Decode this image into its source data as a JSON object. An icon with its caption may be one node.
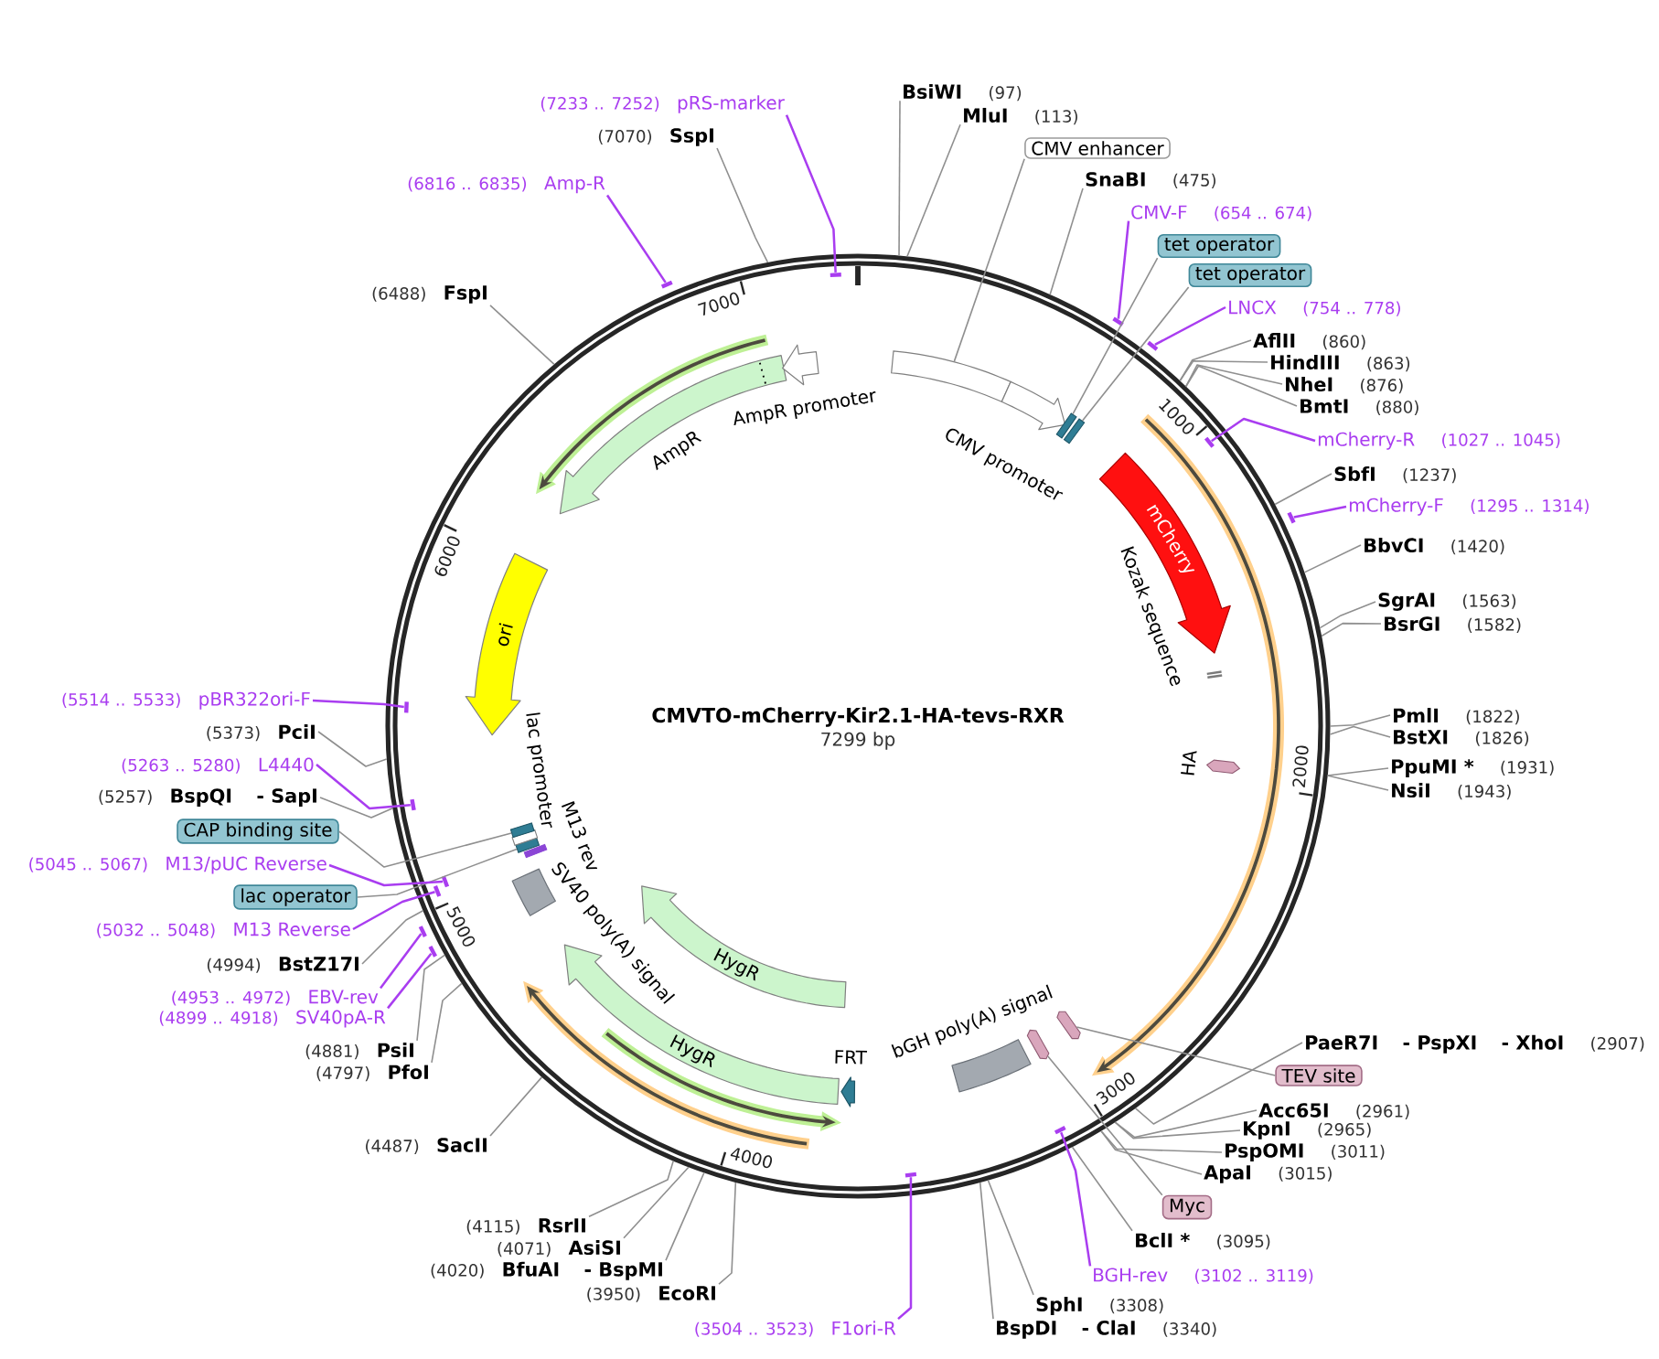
{
  "diagram": {
    "title": "CMVTO-mCherry-Kir2.1-HA-tevs-RXR",
    "nodes": [
      {
        "text": [],
        "shape": "circle"
      },
      {
        "text": [],
        "shape": "box",
        "in": 0
      },
      {
        "text": [
          "CMV promoter"
        ],
        "in": 0
      },
      {
        "text": [],
        "shape": "box",
        "in": 0
      },
      {
        "text": [],
        "shape": "box",
        "in": 0
      },
      {
        "text": [
          "mCherry"
        ],
        "in": 0
      },
      {
        "text": [
          "Kozak sequence"
        ],
        "in": 0
      },
      {
        "text": [
          "HA"
        ],
        "in": 0
      },
      {
        "text": [],
        "shape": "arrow",
        "in": 0
      },
      {
        "text": [],
        "shape": "arrow",
        "in": 0
      },
      {
        "text": [
          "bGH poly(A) signal"
        ],
        "in": 0
      },
      {
        "text": [
          "FRT"
        ],
        "in": 0
      },
      {
        "text": [
          "HygR"
        ],
        "in": 0
      },
      {
        "text": [
          "HygR"
        ],
        "in": 0
      },
      {
        "text": [
          "SV40 poly(A) signal"
        ],
        "in": 0
      },
      {
        "text": [
          "M13 rev"
        ],
        "in": 0
      },
      {
        "text": [],
        "shape": "box",
        "in": 0
      },
      {
        "text": [
          "lac promoter"
        ],
        "in": 0
      },
      {
        "text": [],
        "shape": "box",
        "in": 0
      },
      {
        "text": [
          "ori"
        ],
        "in": 0
      },
      {
        "text": [
          "AmpR"
        ],
        "in": 0
      },
      {
        "text": [
          "AmpR promoter"
        ],
        "in": 0
      },
      {
        "text": [],
        "shape": "bar",
        "in": 0
      },
      {
        "text": [],
        "shape": "bar",
        "in": 0
      },
      {
        "text": [],
        "shape": "bar",
        "in": 0
      },
      {
        "text": [],
        "shape": "bar",
        "in": 0
      },
      {
        "text": [],
        "shape": "bar",
        "in": 0
      },
      {
        "text": [],
        "shape": "bar",
        "in": 0
      },
      {
        "text": [],
        "shape": "bar",
        "in": 0
      },
      {
        "text": [],
        "shape": "bar",
        "in": 0
      },
      {
        "text": [],
        "shape": "bar",
        "in": 0
      },
      {
        "text": [],
        "shape": "bar",
        "in": 0
      },
      {
        "text": [],
        "shape": "bar",
        "in": 0
      },
      {
        "text": [],
        "shape": "bar",
        "in": 0
      },
      {
        "text": [],
        "shape": "bar",
        "in": 0
      },
      {
        "text": [],
        "shape": "bar",
        "in": 0
      },
      {
        "text": [
          "BsiWI",
          "(97)"
        ]
      },
      {
        "text": [
          "MluI",
          "(113)"
        ]
      },
      {
        "text": [
          "CMV enhancer"
        ]
      },
      {
        "text": [
          "SnaBI",
          "(475)"
        ]
      },
      {
        "text": [
          "CMV-F",
          "(654 .. 674)"
        ]
      },
      {
        "text": [
          "tet operator"
        ]
      },
      {
        "text": [
          "tet operator"
        ]
      },
      {
        "text": [
          "LNCX",
          "(754 .. 778)"
        ]
      },
      {
        "text": [
          "AflII",
          "(860)"
        ]
      },
      {
        "text": [
          "HindIII",
          "(863)"
        ]
      },
      {
        "text": [
          "NheI",
          "(876)"
        ]
      },
      {
        "text": [
          "BmtI",
          "(880)"
        ]
      },
      {
        "text": [
          "mCherry-R",
          "(1027 .. 1045)"
        ]
      },
      {
        "text": [
          "SbfI",
          "(1237)"
        ]
      },
      {
        "text": [
          "mCherry-F",
          "(1295 .. 1314)"
        ]
      },
      {
        "text": [
          "BbvCI",
          "(1420)"
        ]
      },
      {
        "text": [
          "SgrAI",
          "(1563)"
        ]
      },
      {
        "text": [
          "BsrGI",
          "(1582)"
        ]
      },
      {
        "text": [
          "PmlI",
          "(1822)"
        ]
      },
      {
        "text": [
          "BstXI",
          "(1826)"
        ]
      },
      {
        "text": [
          "PpuMI *",
          "(1931)"
        ]
      },
      {
        "text": [
          "NsiI",
          "(1943)"
        ]
      },
      {
        "text": [
          "PaeR7I",
          "- PspXI",
          "- XhoI",
          "(2907)"
        ]
      },
      {
        "text": [
          "TEV site"
        ]
      },
      {
        "text": [
          "Acc65I",
          "(2961)"
        ]
      },
      {
        "text": [
          "KpnI",
          "(2965)"
        ]
      },
      {
        "text": [
          "PspOMI",
          "(3011)"
        ]
      },
      {
        "text": [
          "ApaI",
          "(3015)"
        ]
      },
      {
        "text": [
          "Myc"
        ]
      },
      {
        "text": [
          "BclI *",
          "(3095)"
        ]
      },
      {
        "text": [
          "BGH-rev",
          "(3102 .. 3119)"
        ]
      },
      {
        "text": [
          "SphI",
          "(3308)"
        ]
      },
      {
        "text": [
          "BspDI",
          "- ClaI",
          "(3340)"
        ]
      },
      {
        "text": [
          "(3504 .. 3523)",
          "F1ori-R"
        ]
      },
      {
        "text": [
          "(3950)",
          "EcoRI"
        ]
      },
      {
        "text": [
          "(4020)",
          "BfuAI",
          "- BspMI"
        ]
      },
      {
        "text": [
          "(4071)",
          "AsiSI"
        ]
      },
      {
        "text": [
          "(4115)",
          "RsrII"
        ]
      },
      {
        "text": [
          "(4487)",
          "SacII"
        ]
      },
      {
        "text": [
          "(4797)",
          "PfoI"
        ]
      },
      {
        "text": [
          "(4881)",
          "PsiI"
        ]
      },
      {
        "text": [
          "(4899 .. 4918)",
          "SV40pA-R"
        ]
      },
      {
        "text": [
          "(4953 .. 4972)",
          "EBV-rev"
        ]
      },
      {
        "text": [
          "(4994)",
          "BstZ17I"
        ]
      },
      {
        "text": [
          "(5032 .. 5048)",
          "M13 Reverse"
        ]
      },
      {
        "text": [
          "lac operator"
        ]
      },
      {
        "text": [
          "(5045 .. 5067)",
          "M13/pUC Reverse"
        ]
      },
      {
        "text": [
          "CAP binding site"
        ]
      },
      {
        "text": [
          "(5257)",
          "BspQI",
          "- SapI"
        ]
      },
      {
        "text": [
          "(5263 .. 5280)",
          "L4440"
        ]
      },
      {
        "text": [
          "(5373)",
          "PciI"
        ]
      },
      {
        "text": [
          "(5514 .. 5533)",
          "pBR322ori-F"
        ]
      },
      {
        "text": [
          "(6488)",
          "FspI"
        ]
      },
      {
        "text": [
          "(6816 .. 6835)",
          "Amp-R"
        ]
      },
      {
        "text": [
          "(7070)",
          "SspI"
        ]
      },
      {
        "text": [
          "(7233 .. 7252)",
          "pRS-marker"
        ]
      }
    ],
    "edges": [
      {
        "from": 36,
        "to": 0,
        "arrow": "none"
      },
      {
        "from": 37,
        "to": 0,
        "arrow": "none"
      },
      {
        "from": 38,
        "to": 1,
        "arrow": "none"
      },
      {
        "from": 39,
        "to": 0,
        "arrow": "none"
      },
      {
        "from": 40,
        "to": 22,
        "arrow": "none",
        "color": "#a93df0"
      },
      {
        "from": 41,
        "to": 3,
        "arrow": "none"
      },
      {
        "from": 42,
        "to": 4,
        "arrow": "none"
      },
      {
        "from": 43,
        "to": 23,
        "arrow": "none",
        "color": "#a93df0"
      },
      {
        "from": 44,
        "to": 0,
        "arrow": "none"
      },
      {
        "from": 45,
        "to": 0,
        "arrow": "none"
      },
      {
        "from": 46,
        "to": 0,
        "arrow": "none"
      },
      {
        "from": 47,
        "to": 0,
        "arrow": "none"
      },
      {
        "from": 48,
        "to": 24,
        "arrow": "none",
        "color": "#a93df0"
      },
      {
        "from": 49,
        "to": 0,
        "arrow": "none"
      },
      {
        "from": 50,
        "to": 25,
        "arrow": "none",
        "color": "#a93df0"
      },
      {
        "from": 51,
        "to": 0,
        "arrow": "none"
      },
      {
        "from": 52,
        "to": 0,
        "arrow": "none"
      },
      {
        "from": 53,
        "to": 0,
        "arrow": "none"
      },
      {
        "from": 54,
        "to": 0,
        "arrow": "none"
      },
      {
        "from": 55,
        "to": 0,
        "arrow": "none"
      },
      {
        "from": 56,
        "to": 0,
        "arrow": "none"
      },
      {
        "from": 57,
        "to": 0,
        "arrow": "none"
      },
      {
        "from": 58,
        "to": 0,
        "arrow": "none"
      },
      {
        "from": 59,
        "to": 8,
        "arrow": "none"
      },
      {
        "from": 60,
        "to": 0,
        "arrow": "none"
      },
      {
        "from": 61,
        "to": 0,
        "arrow": "none"
      },
      {
        "from": 62,
        "to": 0,
        "arrow": "none"
      },
      {
        "from": 63,
        "to": 0,
        "arrow": "none"
      },
      {
        "from": 64,
        "to": 9,
        "arrow": "none"
      },
      {
        "from": 65,
        "to": 0,
        "arrow": "none"
      },
      {
        "from": 66,
        "to": 26,
        "arrow": "none",
        "color": "#a93df0"
      },
      {
        "from": 67,
        "to": 0,
        "arrow": "none"
      },
      {
        "from": 68,
        "to": 0,
        "arrow": "none"
      },
      {
        "from": 69,
        "to": 27,
        "arrow": "none",
        "color": "#a93df0"
      },
      {
        "from": 70,
        "to": 0,
        "arrow": "none"
      },
      {
        "from": 71,
        "to": 0,
        "arrow": "none"
      },
      {
        "from": 72,
        "to": 0,
        "arrow": "none"
      },
      {
        "from": 73,
        "to": 0,
        "arrow": "none"
      },
      {
        "from": 74,
        "to": 0,
        "arrow": "none"
      },
      {
        "from": 75,
        "to": 0,
        "arrow": "none"
      },
      {
        "from": 76,
        "to": 0,
        "arrow": "none"
      },
      {
        "from": 77,
        "to": 28,
        "arrow": "none",
        "color": "#a93df0"
      },
      {
        "from": 78,
        "to": 29,
        "arrow": "none",
        "color": "#a93df0"
      },
      {
        "from": 79,
        "to": 0,
        "arrow": "none"
      },
      {
        "from": 80,
        "to": 30,
        "arrow": "none",
        "color": "#a93df0"
      },
      {
        "from": 81,
        "to": 16,
        "arrow": "none"
      },
      {
        "from": 82,
        "to": 31,
        "arrow": "none",
        "color": "#a93df0"
      },
      {
        "from": 83,
        "to": 18,
        "arrow": "none"
      },
      {
        "from": 84,
        "to": 0,
        "arrow": "none"
      },
      {
        "from": 85,
        "to": 32,
        "arrow": "none",
        "color": "#a93df0"
      },
      {
        "from": 86,
        "to": 0,
        "arrow": "none"
      },
      {
        "from": 87,
        "to": 33,
        "arrow": "none",
        "color": "#a93df0"
      },
      {
        "from": 88,
        "to": 0,
        "arrow": "none"
      },
      {
        "from": 89,
        "to": 34,
        "arrow": "none",
        "color": "#a93df0"
      },
      {
        "from": 90,
        "to": 0,
        "arrow": "none"
      },
      {
        "from": 91,
        "to": 35,
        "arrow": "none",
        "color": "#a93df0"
      }
    ],
    "labels": [
      "7299 bp",
      "1000",
      "2000",
      "3000",
      "4000",
      "5000",
      "6000",
      "7000"
    ]
  }
}
